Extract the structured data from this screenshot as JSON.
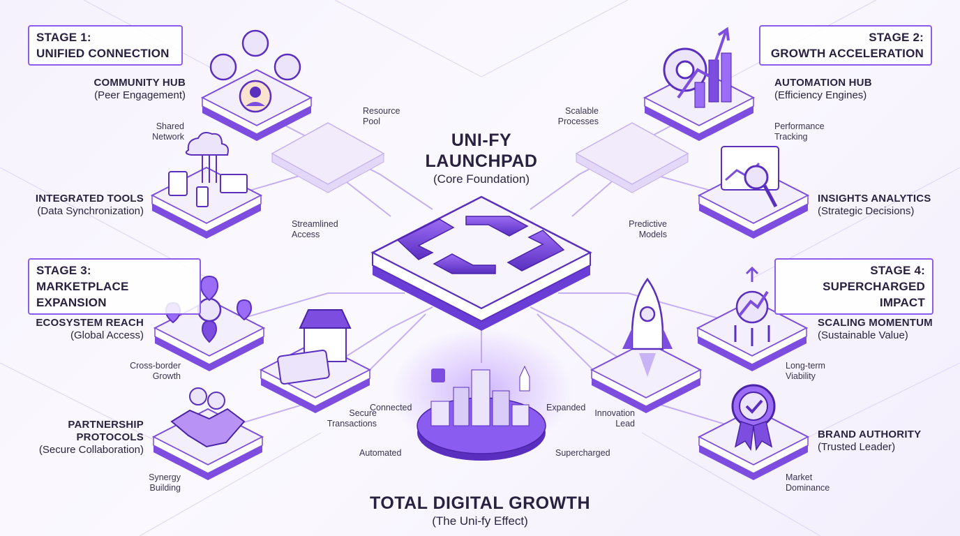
{
  "center": {
    "title_line1": "UNI-FY",
    "title_line2": "LAUNCHPAD",
    "subtitle": "(Core Foundation)"
  },
  "footer": {
    "title": "TOTAL DIGITAL GROWTH",
    "subtitle": "(The Uni-fy Effect)"
  },
  "stages": [
    {
      "line1": "STAGE 1:",
      "line2": "UNIFIED CONNECTION"
    },
    {
      "line1": "STAGE 2:",
      "line2": "GROWTH ACCELERATION"
    },
    {
      "line1": "STAGE 3:",
      "line2": "MARKETPLACE EXPANSION"
    },
    {
      "line1": "STAGE 4:",
      "line2": "SUPERCHARGED IMPACT"
    }
  ],
  "nodes": {
    "community_hub": {
      "title": "COMMUNITY HUB",
      "sub": "(Peer Engagement)"
    },
    "integrated_tools": {
      "title": "INTEGRATED TOOLS",
      "sub": "(Data Synchronization)"
    },
    "automation_hub": {
      "title": "AUTOMATION HUB",
      "sub": "(Efficiency Engines)"
    },
    "insights_analytics": {
      "title": "INSIGHTS ANALYTICS",
      "sub": "(Strategic Decisions)"
    },
    "ecosystem_reach": {
      "title": "ECOSYSTEM REACH",
      "sub": "(Global Access)"
    },
    "partnership_protocols": {
      "title_line1": "PARTNERSHIP",
      "title_line2": "PROTOCOLS",
      "sub": "(Secure Collaboration)"
    },
    "scaling_momentum": {
      "title": "SCALING MOMENTUM",
      "sub": "(Sustainable Value)"
    },
    "brand_authority": {
      "title": "BRAND AUTHORITY",
      "sub": "(Trusted Leader)"
    }
  },
  "small_labels": {
    "shared_network": [
      "Shared",
      "Network"
    ],
    "resource_pool": [
      "Resource",
      "Pool"
    ],
    "streamlined_access": [
      "Streamlined",
      "Access"
    ],
    "scalable_processes": [
      "Scalable",
      "Processes"
    ],
    "performance_tracking": [
      "Performance",
      "Tracking"
    ],
    "predictive_models": [
      "Predictive",
      "Models"
    ],
    "cross_border_growth": [
      "Cross-border",
      "Growth"
    ],
    "secure_transactions": [
      "Secure",
      "Transactions"
    ],
    "synergy_building": [
      "Synergy",
      "Building"
    ],
    "long_term_viability": [
      "Long-term",
      "Viability"
    ],
    "innovation_lead": [
      "Innovation",
      "Lead"
    ],
    "market_dominance": [
      "Market",
      "Dominance"
    ]
  },
  "hub_labels": {
    "connected": "Connected",
    "expanded": "Expanded",
    "automated": "Automated",
    "supercharged": "Supercharged"
  },
  "colors": {
    "accent": "#7c4dde",
    "accent_dark": "#5a2fc0",
    "accent_light": "#c9b3f7",
    "platform_top": "#f3effd",
    "background": "#f6f2fd"
  }
}
